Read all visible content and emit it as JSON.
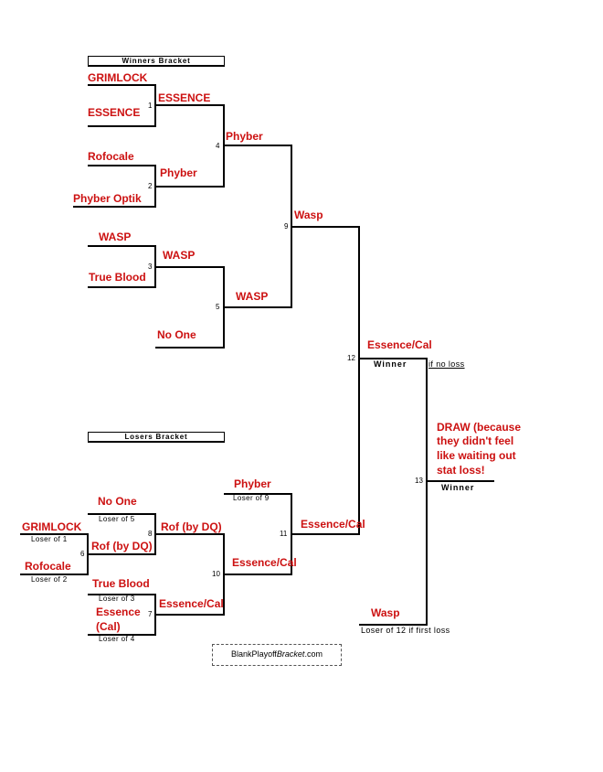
{
  "headers": {
    "winners": "Winners Bracket",
    "losers": "Losers Bracket"
  },
  "winners": {
    "r1": [
      "GRIMLOCK",
      "ESSENCE",
      "Rofocale",
      "Phyber Optik",
      "WASP",
      "True Blood",
      "No One"
    ],
    "r2": [
      "ESSENCE",
      "Phyber",
      "WASP"
    ],
    "r3": [
      "Phyber",
      "WASP"
    ],
    "r4": [
      "Wasp"
    ],
    "r5": [
      "Essence/Cal"
    ]
  },
  "match_numbers": [
    "1",
    "2",
    "3",
    "4",
    "5",
    "9",
    "12",
    "6",
    "7",
    "8",
    "10",
    "11",
    "13"
  ],
  "winner_label": "Winner",
  "if_no_loss": "if no loss",
  "final": {
    "draw_text": [
      "DRAW (because",
      "they didn't feel",
      "like waiting out",
      "stat loss!"
    ],
    "winner_label": "Winner",
    "wasp": "Wasp",
    "loser_of_12": "Loser of 12 if first loss"
  },
  "losers": {
    "entrants": [
      "No One",
      "GRIMLOCK",
      "Rofocale",
      "True Blood",
      "Essence",
      "(Cal)",
      "Phyber"
    ],
    "sources": [
      "Loser of  5",
      "Loser of 1",
      "Loser of 2",
      "Loser of  3",
      "Loser of 4",
      "Loser of  9"
    ],
    "r2": [
      "Rof (by DQ)",
      "Rof (by DQ)",
      "Essence/Cal"
    ],
    "r3": [
      "Essence/Cal",
      "Essence/Cal"
    ]
  },
  "footer": {
    "prefix": "BlankPlayoff",
    "italic": "Bracket",
    "suffix": ".com"
  },
  "colors": {
    "line": "#000000",
    "name": "#cc1111"
  }
}
